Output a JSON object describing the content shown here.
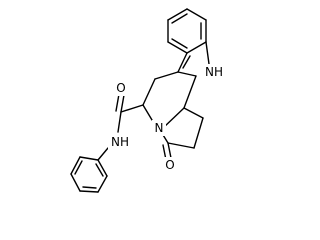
{
  "structure": {
    "atom_labels": {
      "indole_nh": "NH",
      "ring_n": "N",
      "carbonyl_o_top": "O",
      "carbonyl_o_bottom": "O",
      "amide_nh": "NH"
    }
  }
}
